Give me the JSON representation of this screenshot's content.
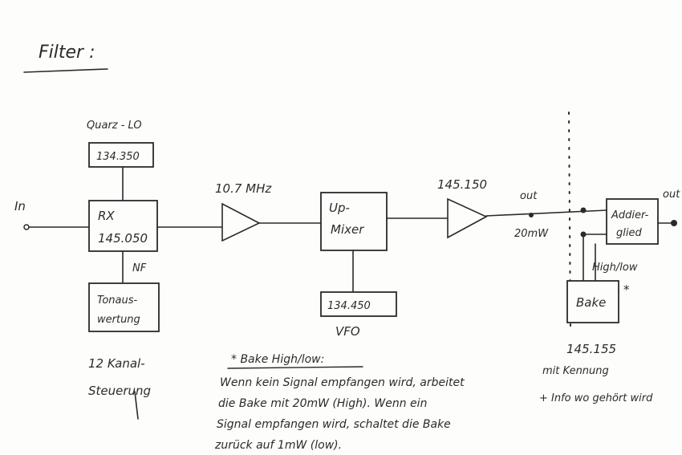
{
  "title": "Filter :",
  "labels": {
    "input": "In",
    "quarz_lo": "Quarz - LO",
    "lo_freq": "134.350",
    "rx_line1": "RX",
    "rx_line2": "145.050",
    "nf": "NF",
    "tone_line1": "Tonaus-",
    "tone_line2": "wertung",
    "control_line1": "12 Kanal-",
    "control_line2": "Steuerung",
    "if_freq": "10.7 MHz",
    "mixer_line1": "Up-",
    "mixer_line2": "Mixer",
    "vfo_freq": "134.450",
    "vfo": "VFO",
    "out_freq": "145.150",
    "out": "out",
    "power": "20mW",
    "adder_line1": "Addier-",
    "adder_line2": "glied",
    "final_out": "out",
    "highlow": "High/low",
    "bake": "Bake",
    "star": "*",
    "bake_freq": "145.155",
    "bake_note1": "mit Kennung",
    "bake_note2": "+ Info wo gehört wird"
  },
  "footnote": {
    "heading": "* Bake High/low:",
    "lines": [
      "Wenn kein Signal empfangen wird, arbeitet",
      "die Bake mit 20mW (High). Wenn ein",
      "Signal empfangen wird, schaltet die Bake",
      "zurück auf 1mW (low)."
    ]
  }
}
